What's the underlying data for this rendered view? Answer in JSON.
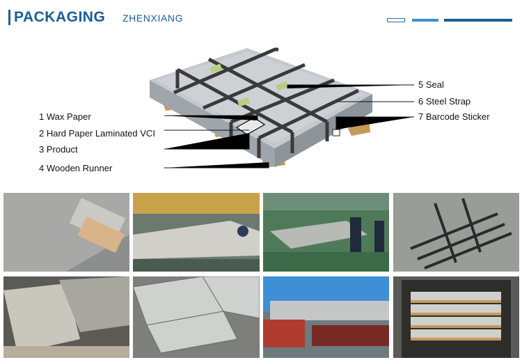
{
  "header": {
    "title": "PACKAGING",
    "brand": "ZHENXIANG"
  },
  "diagram": {
    "labels_left": [
      "1 Wax Paper",
      "2 Hard Paper Laminated VCI",
      "3 Product",
      "4 Wooden Runner"
    ],
    "labels_right": [
      "5 Seal",
      "6 Steel Strap",
      "7 Barcode Sticker"
    ]
  },
  "photos": [
    {
      "subject": "caliper-measuring-sheet"
    },
    {
      "subject": "sheet-on-production-line"
    },
    {
      "subject": "workers-packing-sheets"
    },
    {
      "subject": "steel-frame-runner"
    },
    {
      "subject": "wrapped-sheet-bundles"
    },
    {
      "subject": "stacked-sheet-bundles"
    },
    {
      "subject": "truck-loaded-with-sheets"
    },
    {
      "subject": "container-loaded-bundles"
    }
  ],
  "colors": {
    "brand_blue": "#1a5d94",
    "accent_blue": "#3b8fd6"
  }
}
